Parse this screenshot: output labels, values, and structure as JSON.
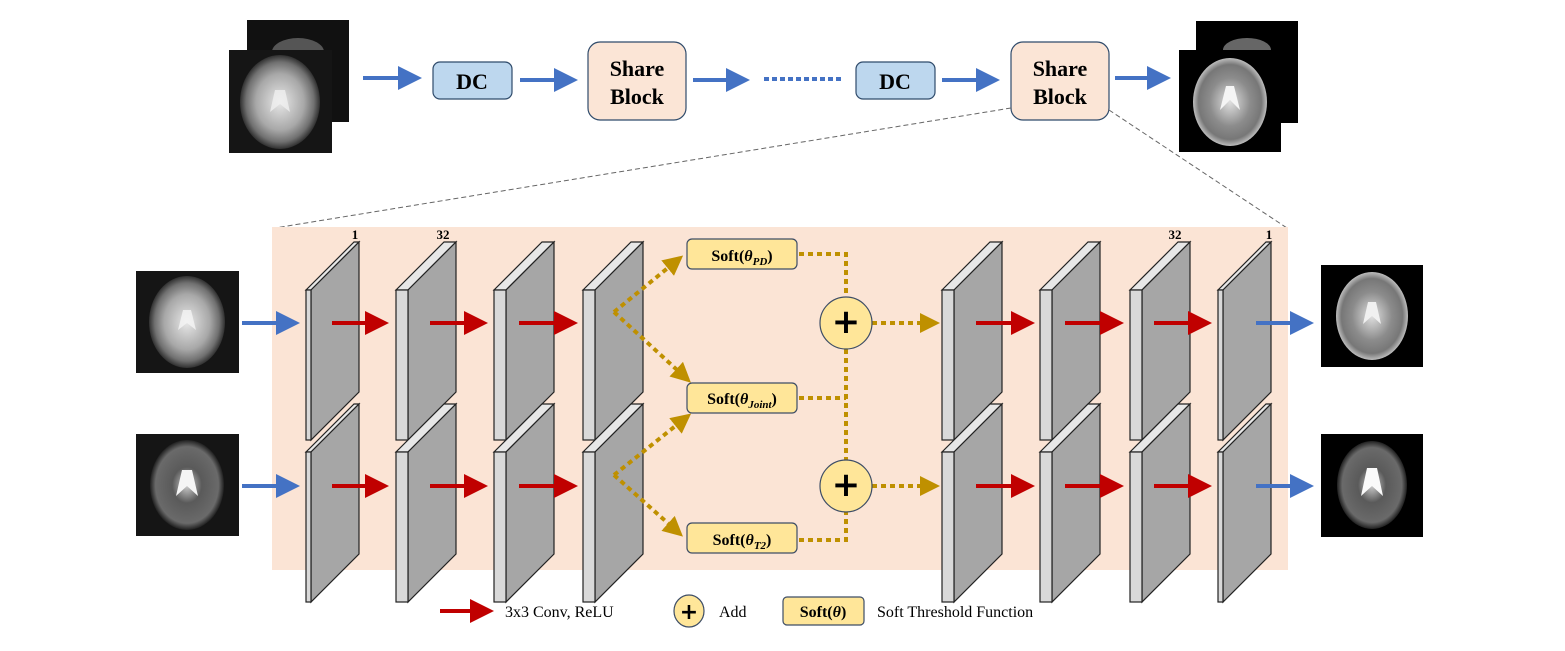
{
  "colors": {
    "blue_arrow": "#4472c4",
    "red_arrow": "#c00000",
    "gold_path": "#bf9000",
    "dc_fill": "#bdd7ee",
    "share_fill": "#fbe5d6",
    "panel_fill": "#fbe4d5",
    "soft_fill": "#ffe699",
    "add_fill": "#ffe699",
    "layer_face": "#a6a6a6",
    "layer_edge": "#d9d9d9"
  },
  "top_pipeline": {
    "blocks": [
      {
        "type": "dc",
        "label": "DC"
      },
      {
        "type": "share",
        "label_line1": "Share",
        "label_line2": "Block"
      },
      {
        "type": "ellipsis",
        "label": "......"
      },
      {
        "type": "dc",
        "label": "DC"
      },
      {
        "type": "share",
        "label_line1": "Share",
        "label_line2": "Block"
      }
    ],
    "input_image": "undersampled-mri-stack-icon",
    "output_image": "reconstructed-mri-stack-icon"
  },
  "share_block_detail": {
    "channel_labels": {
      "first_in": "1",
      "first_hidden": "32",
      "last_hidden": "32",
      "last_out": "1"
    },
    "soft_boxes": [
      {
        "id": "pd",
        "label": "Soft(",
        "theta": "θ",
        "sub": "PD",
        "close": ")"
      },
      {
        "id": "joint",
        "label": "Soft(",
        "theta": "θ",
        "sub": "Joint",
        "close": ")"
      },
      {
        "id": "t2",
        "label": "Soft(",
        "theta": "θ",
        "sub": "T2",
        "close": ")"
      }
    ],
    "add_symbol": "+",
    "rows": [
      "pd-branch",
      "t2-branch"
    ]
  },
  "legend": {
    "conv_label": "3x3 Conv, ReLU",
    "add_symbol": "+",
    "add_label": "Add",
    "soft_box_text": "Soft(",
    "soft_box_theta": "θ",
    "soft_box_close": ")",
    "soft_label": "Soft Threshold Function"
  }
}
